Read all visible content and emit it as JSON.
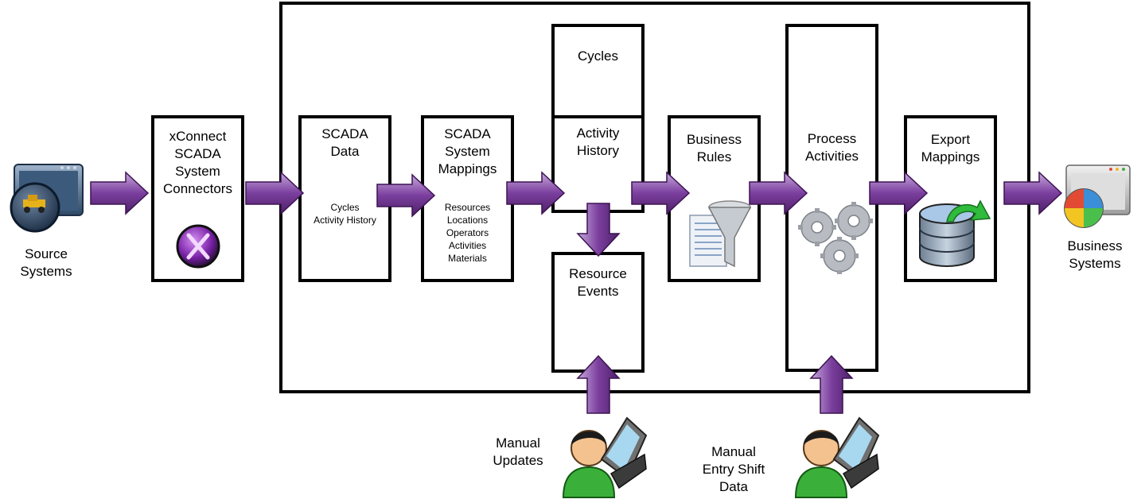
{
  "diagram": {
    "source_label": "Source\nSystems",
    "business_label": "Business\nSystems",
    "manual_updates_label": "Manual\nUpdates",
    "manual_entry_label": "Manual\nEntry Shift\nData",
    "boxes": {
      "xconnect": {
        "title": "xConnect\nSCADA\nSystem\nConnectors"
      },
      "scada_data": {
        "title": "SCADA\nData",
        "sub": "Cycles\nActivity History"
      },
      "scada_mappings": {
        "title": "SCADA\nSystem\nMappings",
        "sub": "Resources\nLocations\nOperators\nActivities\nMaterials"
      },
      "cycles": {
        "title": "Cycles"
      },
      "activity_history": {
        "title": "Activity\nHistory"
      },
      "resource_events": {
        "title": "Resource\nEvents"
      },
      "business_rules": {
        "title": "Business\nRules"
      },
      "process_activities": {
        "title": "Process\nActivities"
      },
      "export_mappings": {
        "title": "Export\nMappings"
      }
    },
    "colors": {
      "arrow_fill": "#7b3f9e",
      "arrow_edge": "#c7a8dc",
      "box_border": "#000000"
    }
  }
}
